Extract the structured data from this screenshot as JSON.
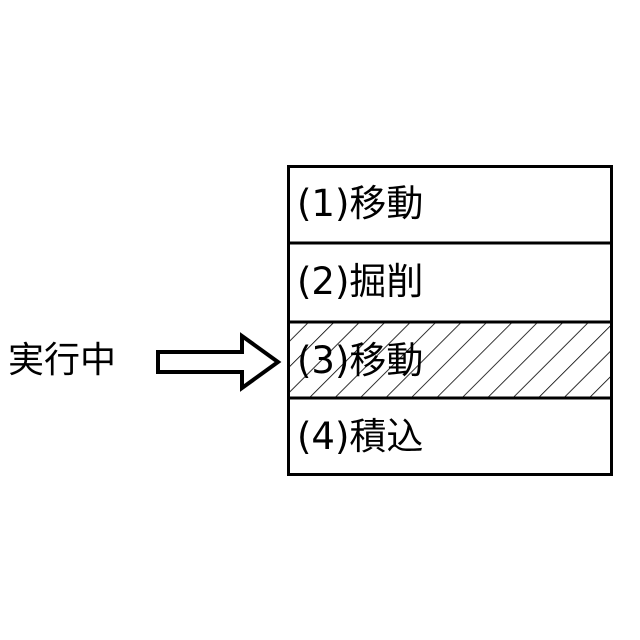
{
  "diagram": {
    "running_label": "実行中",
    "steps": [
      {
        "label": "(1)移動",
        "active": false
      },
      {
        "label": "(2)掘削",
        "active": false
      },
      {
        "label": "(3)移動",
        "active": true
      },
      {
        "label": "(4)積込",
        "active": false
      }
    ],
    "active_step_index": 2,
    "colors": {
      "stroke": "#000000",
      "background": "#ffffff"
    }
  }
}
